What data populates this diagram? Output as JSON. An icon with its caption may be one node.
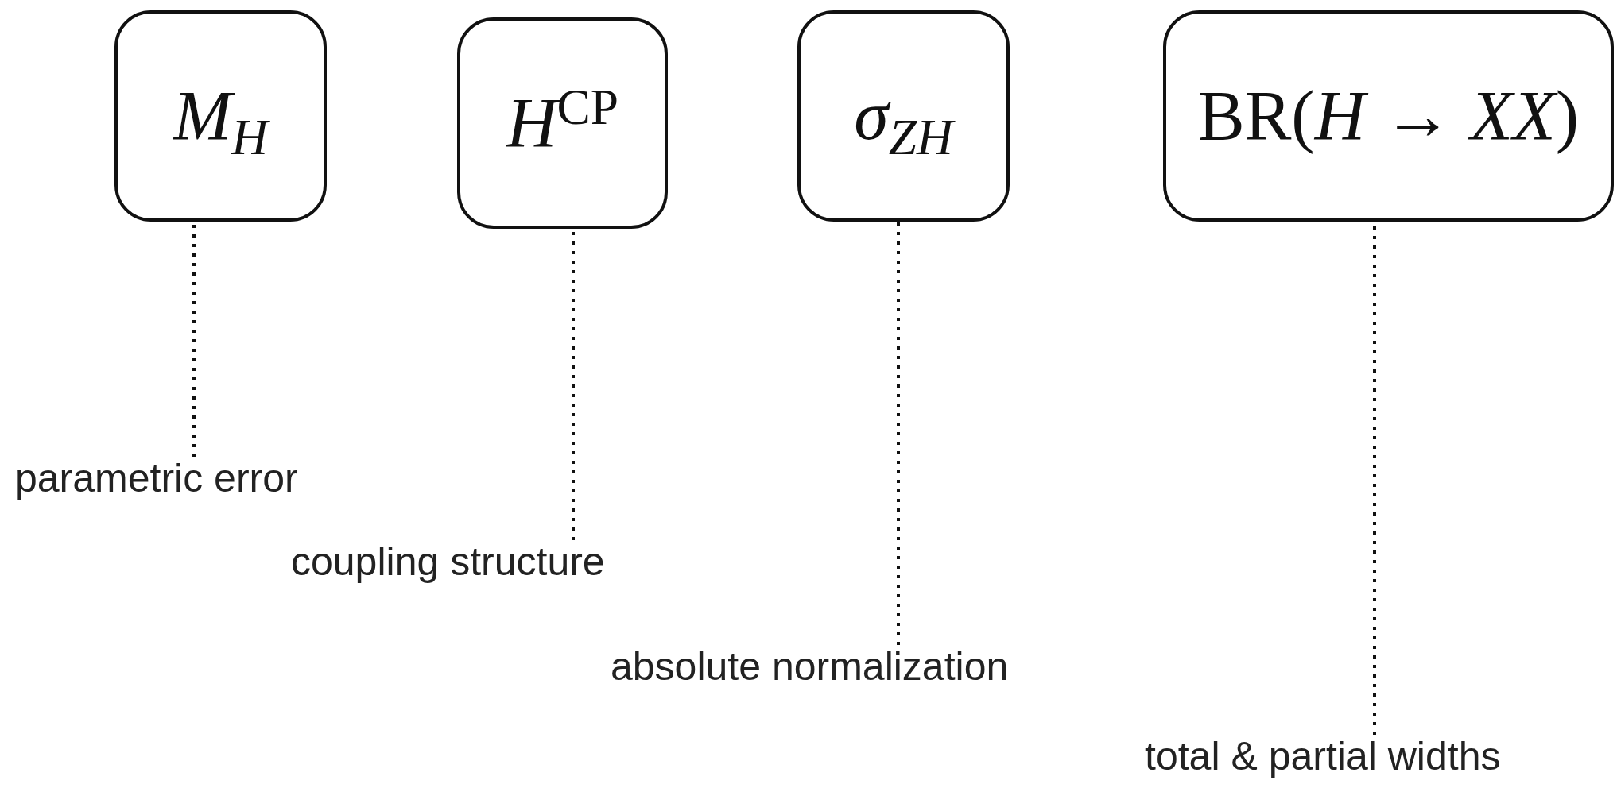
{
  "diagram": {
    "nodes": [
      {
        "text": [
          "*M*$_{H}$"
        ]
      },
      {
        "text": [
          "*H*$^{CP}$"
        ]
      },
      {
        "text": [
          "*σ*$_{ZH}$"
        ]
      },
      {
        "text": [
          "BR(*H* → *XX*)"
        ]
      },
      {
        "text": [
          "parametric error"
        ]
      },
      {
        "text": [
          "coupling structure"
        ]
      },
      {
        "text": [
          "absolute normalization"
        ]
      },
      {
        "text": [
          "total & partial widths"
        ]
      }
    ],
    "edges": [
      {
        "from": 4,
        "to": 0,
        "arrow": "none",
        "style": "dashed"
      },
      {
        "from": 5,
        "to": 1,
        "arrow": "none",
        "style": "dashed"
      },
      {
        "from": 6,
        "to": 2,
        "arrow": "none",
        "style": "dashed"
      },
      {
        "from": 7,
        "to": 3,
        "arrow": "none",
        "style": "dashed"
      }
    ]
  }
}
